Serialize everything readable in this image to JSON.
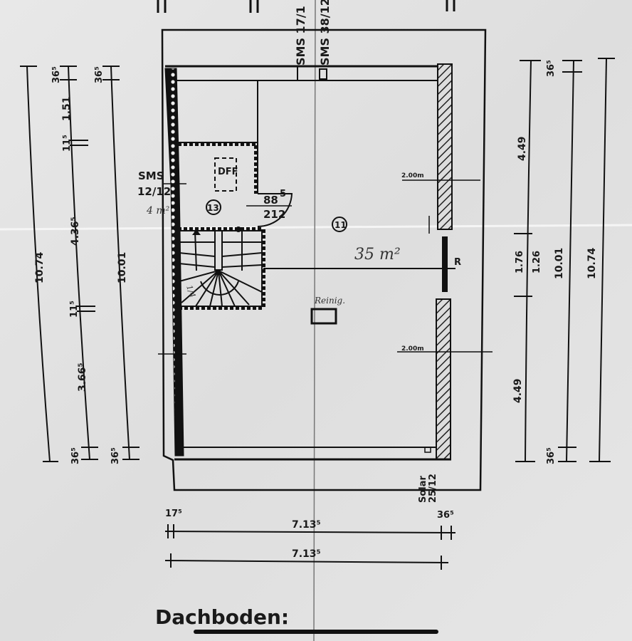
{
  "title": "Dachboden:",
  "labels": {
    "sms_top_left": "SMS 17/1",
    "sms_top_right": "SMS 38/12",
    "sms_left": "SMS",
    "sms_left_size": "12/12",
    "dff": "DFF",
    "room_13": "13",
    "room_13_area": "4 m²",
    "room_11": "11",
    "room_11_area": "35 m²",
    "door_top": "88",
    "door_sup": "5",
    "door_bottom": "212",
    "window_top": "2.00m",
    "window_bottom": "2.00m",
    "r_mark": "R",
    "reinig": "Reinig.",
    "solar": "Solar",
    "solar_size": "25/12",
    "stairs": "1/4"
  },
  "dimensions": {
    "left_outer_total": "10.74",
    "left_inner_total": "10.01",
    "left_segments": [
      "36⁵",
      "1.51",
      "11⁵",
      "4.36⁵",
      "11⁵",
      "3.66⁵",
      "36⁵"
    ],
    "left_inner_ends": [
      "36⁵",
      "36⁵"
    ],
    "right_segments": [
      "4.49",
      "1.76",
      "4.49"
    ],
    "right_sub": "1.26",
    "right_inner_total": "10.01",
    "right_outer_total": "10.74",
    "right_ends": [
      "36⁵",
      "36⁵"
    ],
    "bottom_left_wall": "17⁵",
    "bottom_inner": "7.13⁵",
    "bottom_right_wall": "36⁵",
    "bottom_total": "7.13⁵"
  },
  "colors": {
    "paper": "#e4e4e4",
    "ink": "#1a1a1a"
  }
}
